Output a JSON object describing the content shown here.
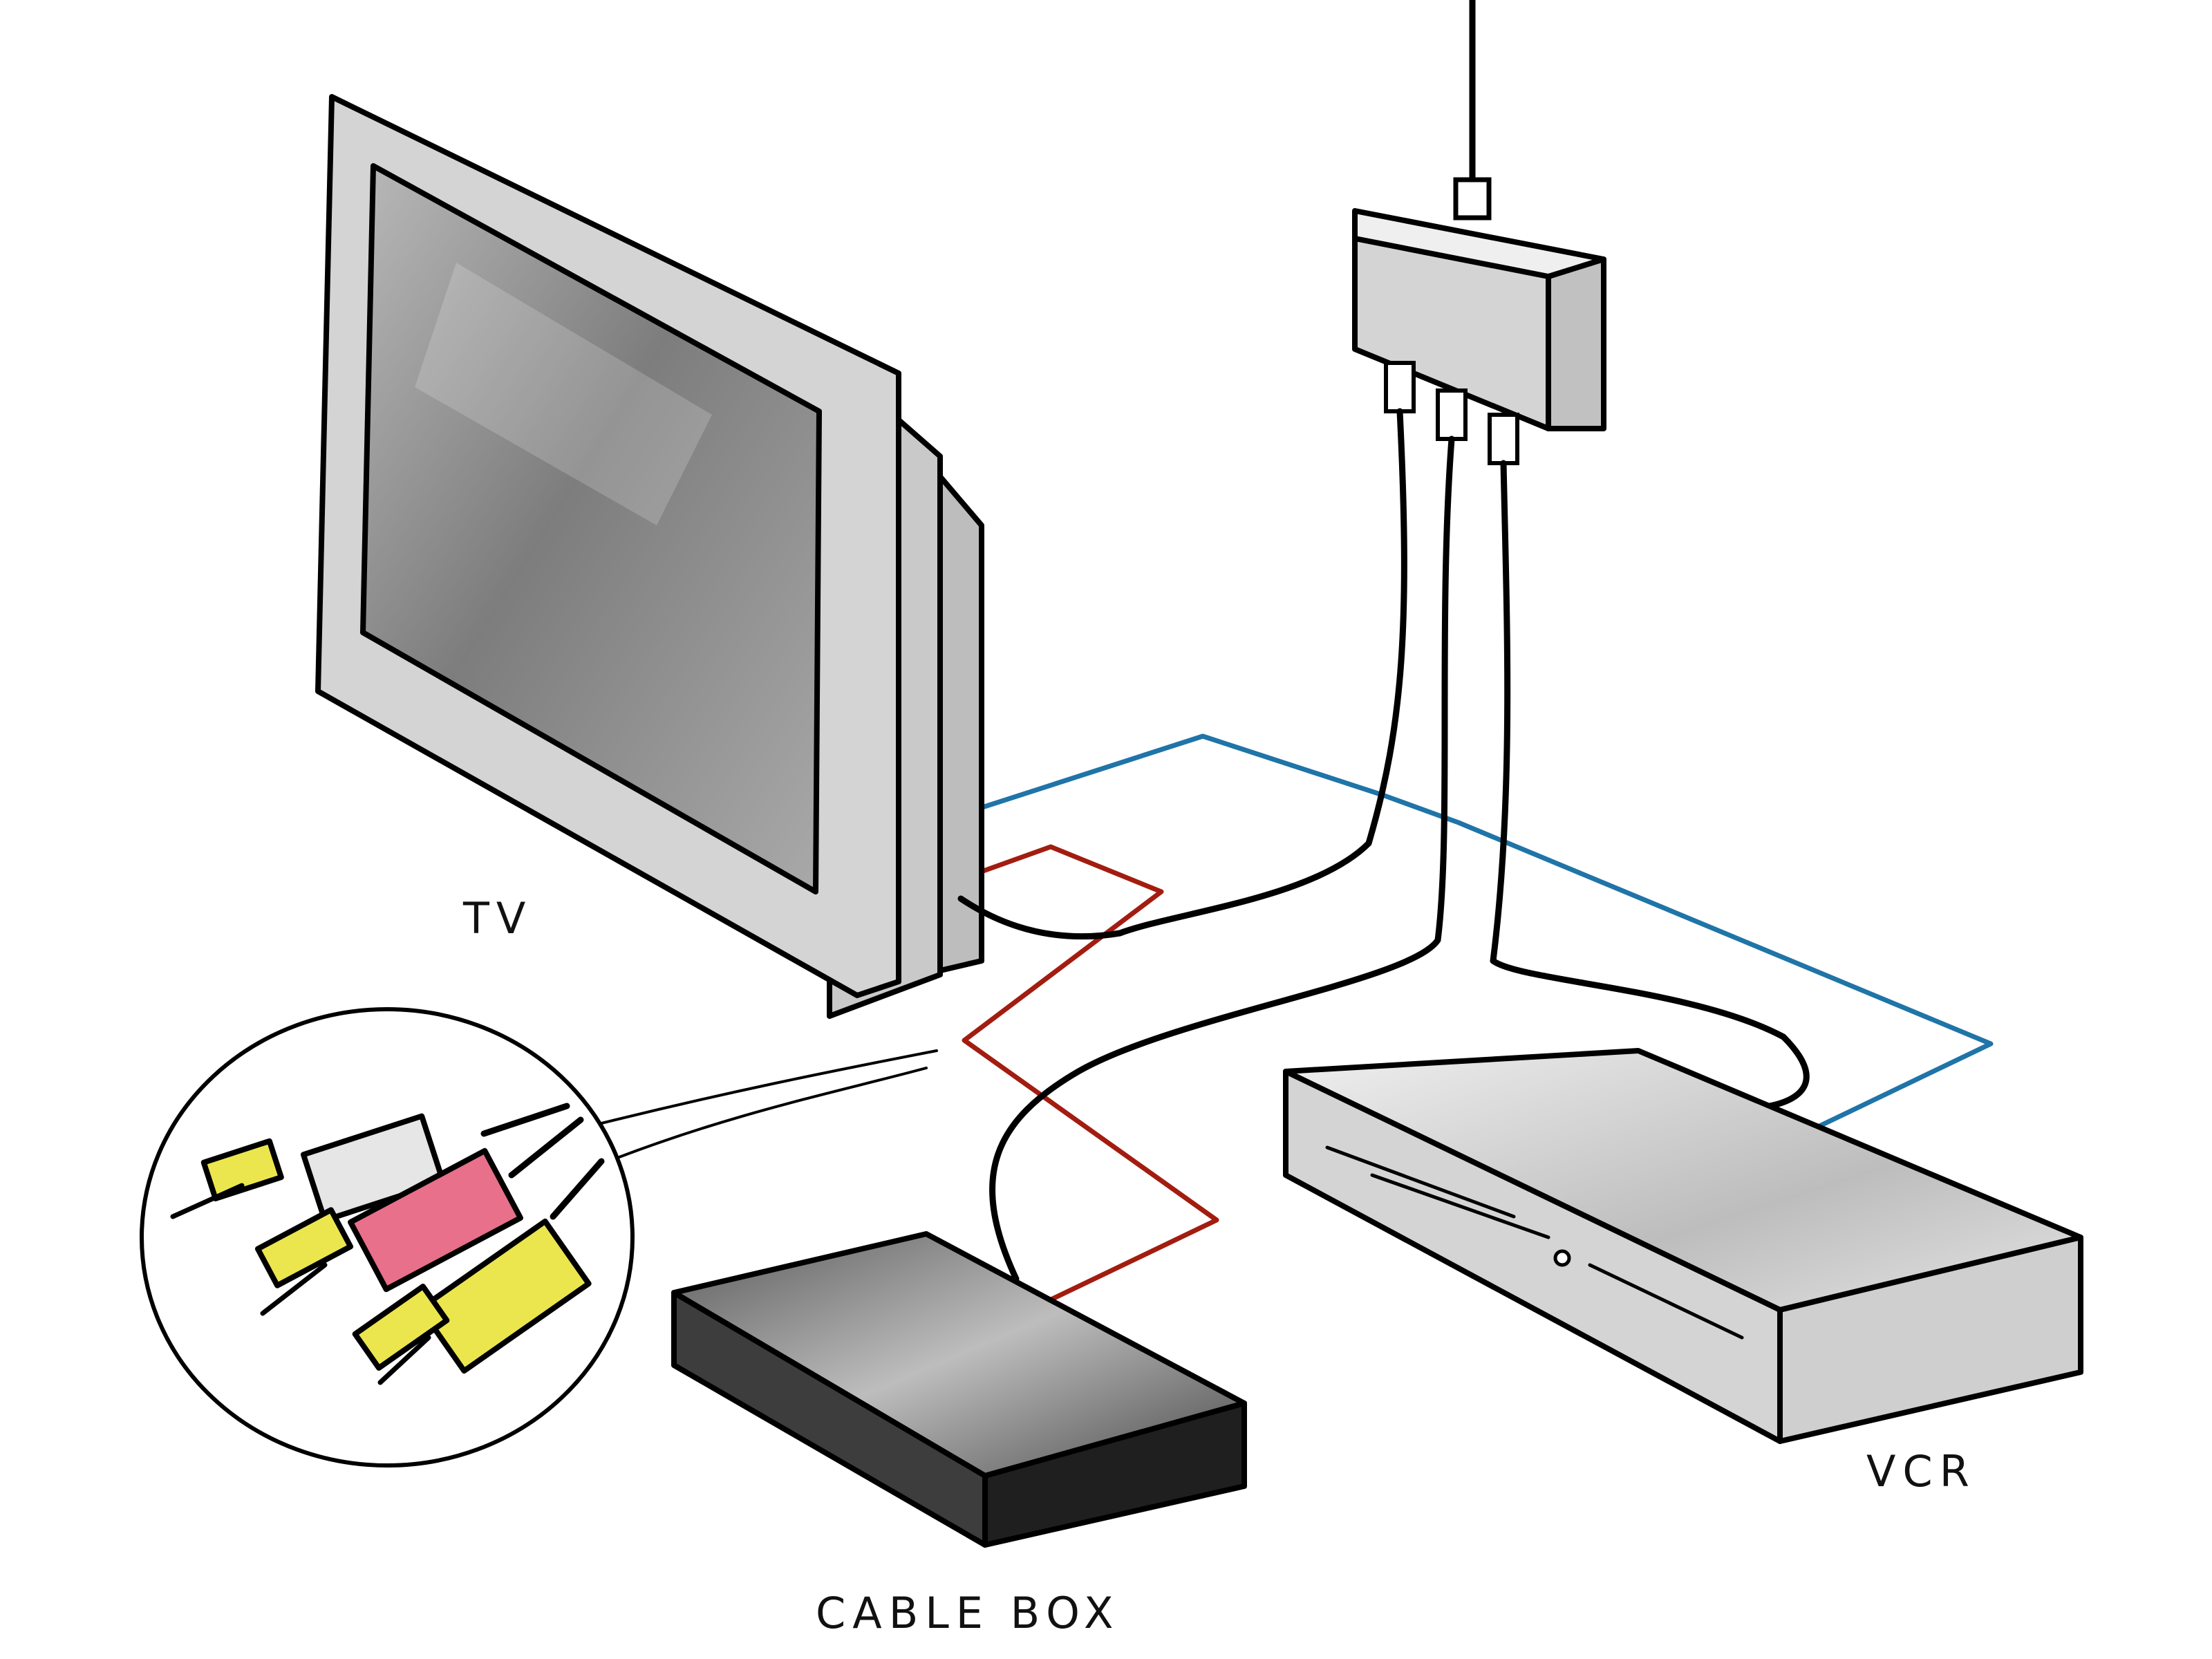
{
  "labels": {
    "tv": "TV",
    "vcr": "VCR",
    "cable_box": "CABLE BOX"
  },
  "colors": {
    "background": "#ffffff",
    "outline": "#000000",
    "tv_frame": "#c8c8c8",
    "tv_screen": "#8a8a8a",
    "splitter": "#d9d9d9",
    "vcr_body": "#d6d6d6",
    "cable_box_body": "#2e2e2e",
    "blue_cable": "#1f74a8",
    "red_cable": "#a21d10",
    "plug_white": "#e6e6e6",
    "plug_red": "#e8708a",
    "plug_yellow": "#ece64e"
  },
  "icons": {
    "tv": "tv-icon",
    "vcr": "vcr-icon",
    "cable_box": "cable-box-icon",
    "splitter": "cable-splitter-icon",
    "rca_plugs": "rca-plug-icon"
  }
}
